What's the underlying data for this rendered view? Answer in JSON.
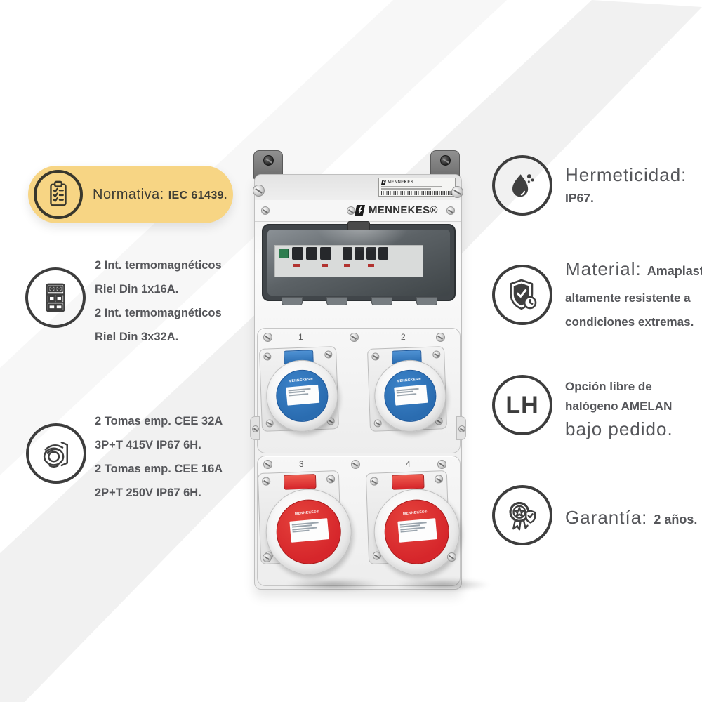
{
  "background": {
    "diagonal_stripe_main": "#f1f1f1",
    "diagonal_stripe_light": "#f7f7f7"
  },
  "left_features": {
    "normativa": {
      "icon": "clipboard-checklist-icon",
      "label": "Normativa:",
      "value": "IEC 61439.",
      "pill_color": "#f7d584"
    },
    "breakers": {
      "icon": "circuit-breaker-icon",
      "lines": [
        "2 Int. termomagnéticos",
        "Riel Din 1x16A.",
        "2 Int. termomagnéticos",
        "Riel Din 3x32A."
      ]
    },
    "sockets": {
      "icon": "cee-socket-icon",
      "lines": [
        "2 Tomas emp. CEE 32A",
        "3P+T 415V IP67 6H.",
        "2 Tomas emp. CEE 16A",
        "2P+T 250V IP67 6H."
      ]
    }
  },
  "right_features": {
    "hermeticidad": {
      "icon": "water-drop-icon",
      "label": "Hermeticidad:",
      "value": "IP67."
    },
    "material": {
      "icon": "shield-check-clock-icon",
      "label": "Material:",
      "value_bold": "Amaplast,",
      "lines": [
        "altamente resistente a",
        "condiciones extremas."
      ]
    },
    "halogeno": {
      "icon": "lh-badge-icon",
      "icon_text": "LH",
      "lines": [
        "Opción libre de",
        "halógeno AMELAN"
      ],
      "tail": "bajo pedido."
    },
    "garantia": {
      "icon": "warranty-rosette-icon",
      "label": "Garantía:",
      "value": "2 años."
    }
  },
  "product": {
    "brand_logo": "MENNEKES®",
    "top_label_brand": "MENNEKES",
    "socket_numbers": [
      "1",
      "2",
      "3",
      "4"
    ],
    "socket_disc_label": "MENNEKES®",
    "colors": {
      "socket_blue": "#2a6cb0",
      "socket_red": "#d6262b",
      "breaker_window": "#42474a",
      "stripe": "#f1f1f1"
    }
  }
}
